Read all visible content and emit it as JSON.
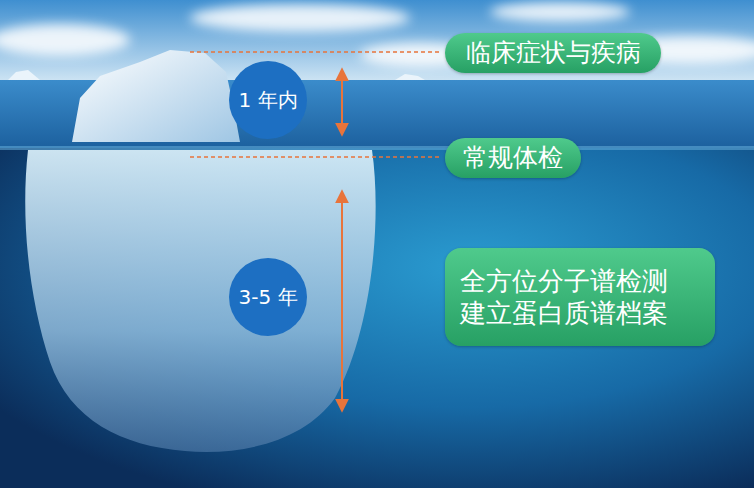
{
  "diagram": {
    "nodes": [
      {
        "text": [
          "临床症状与疾病"
        ]
      },
      {
        "text": [
          "1 年内"
        ]
      },
      {
        "text": [
          "常规体检"
        ]
      },
      {
        "text": [
          "3-5 年"
        ]
      },
      {
        "text": [
          "全方位分子谱检测 建立蛋白质谱档案"
        ]
      }
    ]
  }
}
